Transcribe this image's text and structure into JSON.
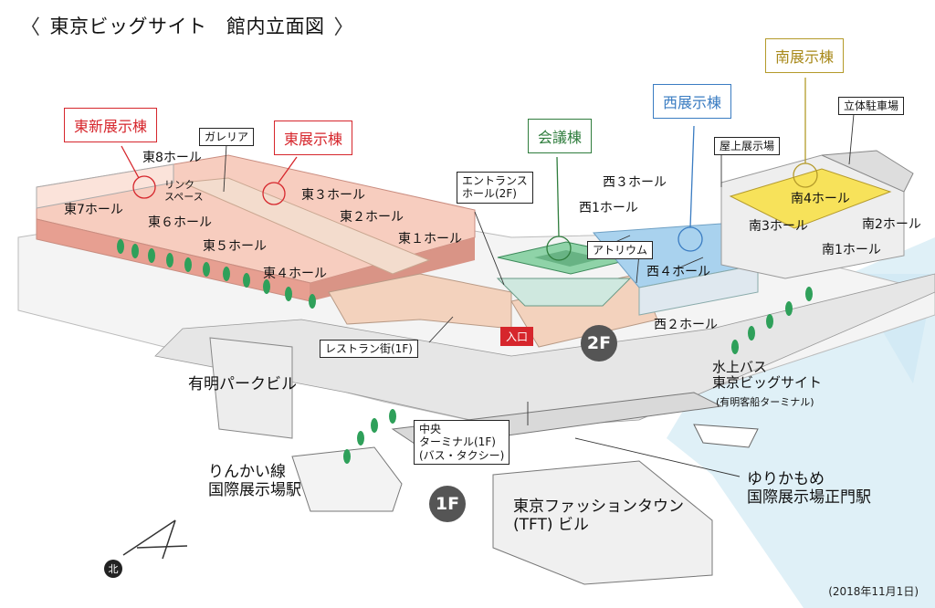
{
  "title": "東京ビッグサイト　館内立面図",
  "nav": {
    "prev": "〈",
    "next": "〉"
  },
  "buildings": {
    "east_new": "東新展示棟",
    "east": "東展示棟",
    "conference": "会議棟",
    "west": "西展示棟",
    "south": "南展示棟"
  },
  "halls": {
    "e1": "東１ホール",
    "e2": "東２ホール",
    "e3": "東３ホール",
    "e4": "東４ホール",
    "e5": "東５ホール",
    "e6": "東６ホール",
    "e7": "東7ホール",
    "e8": "東8ホール",
    "w1": "西1ホール",
    "w2": "西２ホール",
    "w3": "西３ホール",
    "w4": "西４ホール",
    "s1": "南1ホール",
    "s2": "南2ホール",
    "s3": "南3ホール",
    "s4": "南4ホール"
  },
  "boxes": {
    "galleria": "ガレリア",
    "entrance_hall": "エントランス\nホール(2F)",
    "atrium": "アトリウム",
    "rooftop": "屋上展示場",
    "parking": "立体駐車場",
    "restaurant": "レストラン街(1F)",
    "terminal": "中央\nターミナル(1F)\n(バス・タクシー)"
  },
  "labels": {
    "link_space": "リンク\nスペース",
    "ariake_park": "有明パークビル",
    "rinkai": "りんかい線\n国際展示場駅",
    "waterbus": "水上バス\n東京ビッグサイト",
    "waterbus_sub": "(有明客船ターミナル)",
    "yurikamome": "ゆりかもめ\n国際展示場正門駅",
    "tft": "東京ファッションタウン\n(TFT) ビル"
  },
  "floors": {
    "f2": "2F",
    "f1": "1F"
  },
  "entrance": "入口",
  "north": "北",
  "date": "(2018年11月1日)",
  "colors": {
    "east_hall": "#f2b1a5",
    "east_hall_top": "#f7cdbf",
    "west_hall": "#a9d2ee",
    "south_hall": "#f7e25a",
    "conference_roof": "#8fd3a8",
    "walkway": "#f3d2bd",
    "red": "#d6262c",
    "green": "#2f7d3d",
    "blue": "#3a7cc2",
    "gold": "#b49a2a",
    "sea": "#d8eef6",
    "tree": "#2fa05a"
  }
}
